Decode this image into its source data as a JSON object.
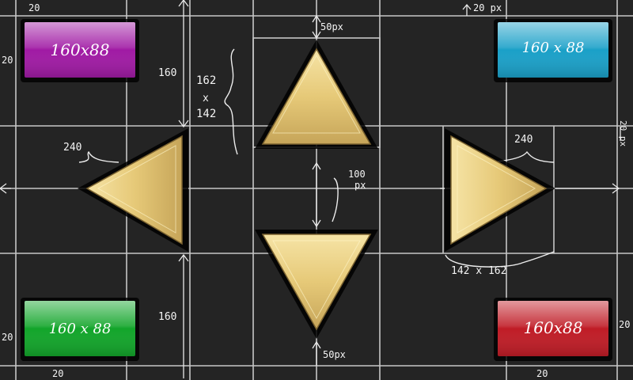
{
  "buttons": {
    "top_left": {
      "label": "160x88",
      "color": "#a01aa4"
    },
    "top_right": {
      "label": "160 x 88",
      "color": "#1aa0c8"
    },
    "bottom_left": {
      "label": "160 x 88",
      "color": "#12a52a"
    },
    "bottom_right": {
      "label": "160x88",
      "color": "#c01c26"
    }
  },
  "dpad": {
    "up_label": "up-arrow-icon",
    "down_label": "down-arrow-icon",
    "left_label": "left-arrow-icon",
    "right_label": "right-arrow-icon",
    "fill_color": "#e8cd80"
  },
  "annotations": {
    "top_left_margin_x": "20",
    "top_left_margin_y": "20",
    "bottom_left_margin_x": "20",
    "bottom_left_margin_y": "20",
    "bottom_right_margin_x": "20",
    "bottom_right_margin_y": "20",
    "top_right_margin_y": "20 px",
    "right_margin": "20 px",
    "left_height": "160",
    "bottom_left_height": "160",
    "up_size_top": "162",
    "up_size_x": "x",
    "up_size_bottom": "142",
    "up_offset": "50px",
    "down_offset": "50px",
    "left_width": "240",
    "right_width": "240",
    "center_gap_top": "100",
    "center_gap_bottom": "px",
    "right_size": "142 x 162"
  }
}
